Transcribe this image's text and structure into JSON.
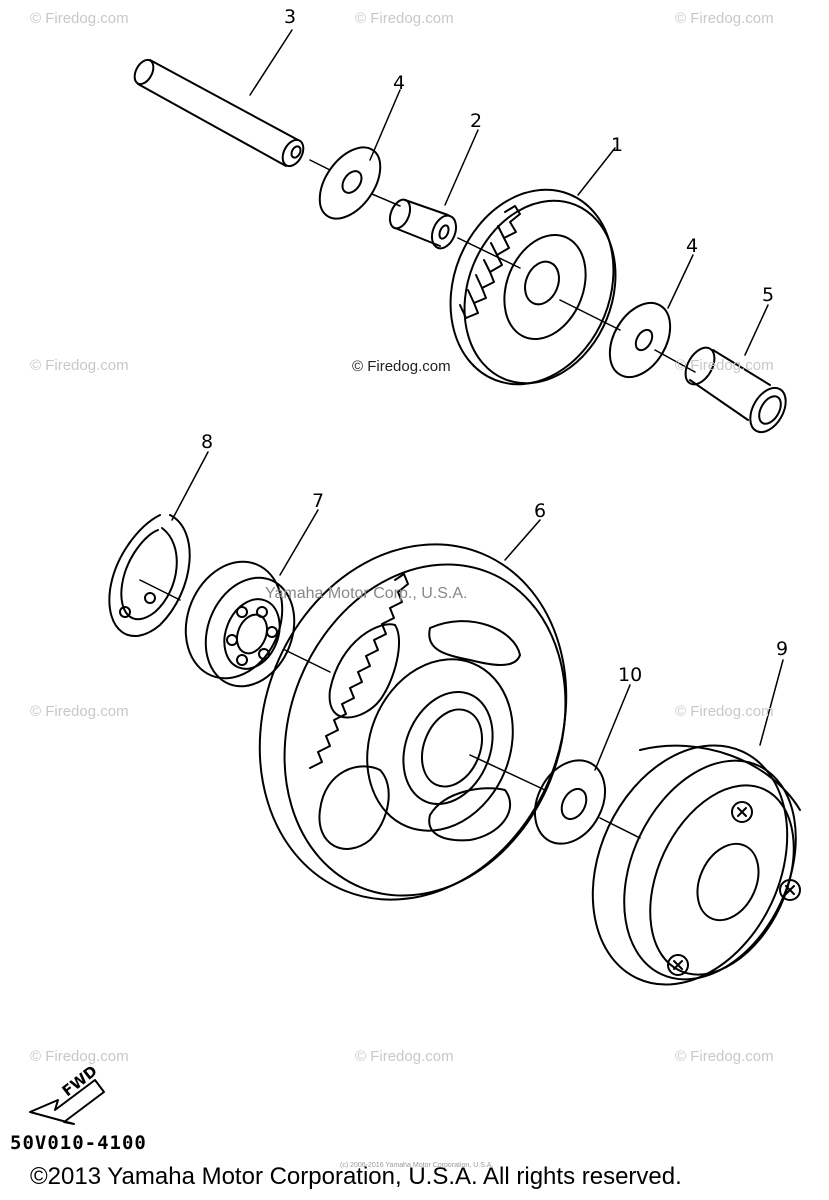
{
  "watermarks": [
    "© Firedog.com",
    "© Firedog.com",
    "© Firedog.com",
    "© Firedog.com",
    "© Firedog.com",
    "© Firedog.com",
    "© Firedog.com",
    "© Firedog.com",
    "© Firedog.com",
    "© Firedog.com"
  ],
  "callouts": {
    "c1": "1",
    "c2": "2",
    "c3": "3",
    "c4a": "4",
    "c4b": "4",
    "c5": "5",
    "c6": "6",
    "c7": "7",
    "c8": "8",
    "c9": "9",
    "c10": "10"
  },
  "center_watermark": "Yamaha Motor Corp., U.S.A.",
  "fwd_label": "FWD",
  "part_code": "50V010-4100",
  "copyright": "©2013 Yamaha Motor Corporation, U.S.A. All rights reserved.",
  "tiny_note": "(c) 2006-2016 Yamaha Motor Corporation, U.S.A."
}
